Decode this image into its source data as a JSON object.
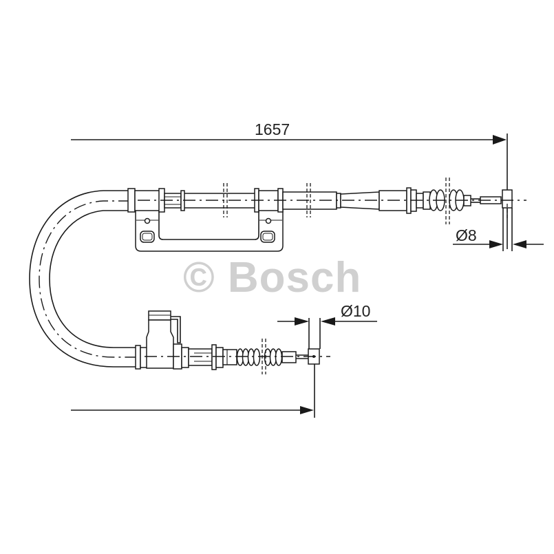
{
  "drawing": {
    "type": "parking brake cable technical drawing",
    "dimensions": {
      "overall_length": "1657",
      "upper_end_diameter": "Ø8",
      "lower_end_diameter": "Ø10"
    },
    "watermark": "© Bosch",
    "colors": {
      "line": "#1a1a1a",
      "watermark": "#d0d0d0",
      "background": "#ffffff"
    }
  }
}
